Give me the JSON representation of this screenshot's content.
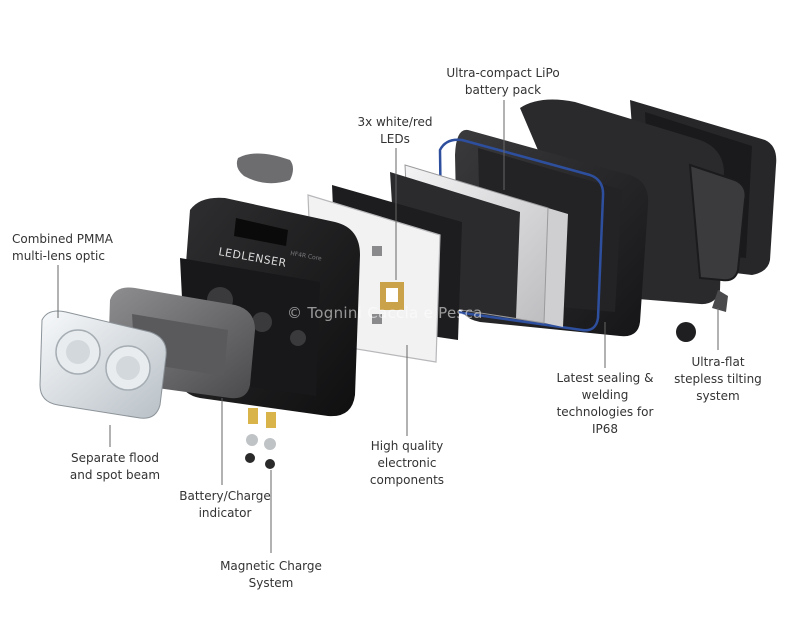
{
  "labels": {
    "combined_optic": "Combined PMMA\nmulti-lens optic",
    "flood_spot": "Separate flood\nand spot beam",
    "battery_indicator": "Battery/Charge\nindicator",
    "magnetic_charge": "Magnetic Charge\nSystem",
    "high_quality": "High quality\nelectronic\ncomponents",
    "leds": "3x white/red\nLEDs",
    "lipo": "Ultra-compact LiPo\nbattery pack",
    "sealing": "Latest sealing &\nwelding\ntechnologies for\nIP68",
    "tilting": "Ultra-flat\nstepless tilting\nsystem"
  },
  "brand": "LEDLENSER",
  "model_mark": "HF4R Core",
  "watermark": "© Tognini Caccia e Pesca",
  "colors": {
    "housing": "#1c1c1e",
    "gasket_blue": "#2e4f9e",
    "leader_line": "#666666"
  }
}
